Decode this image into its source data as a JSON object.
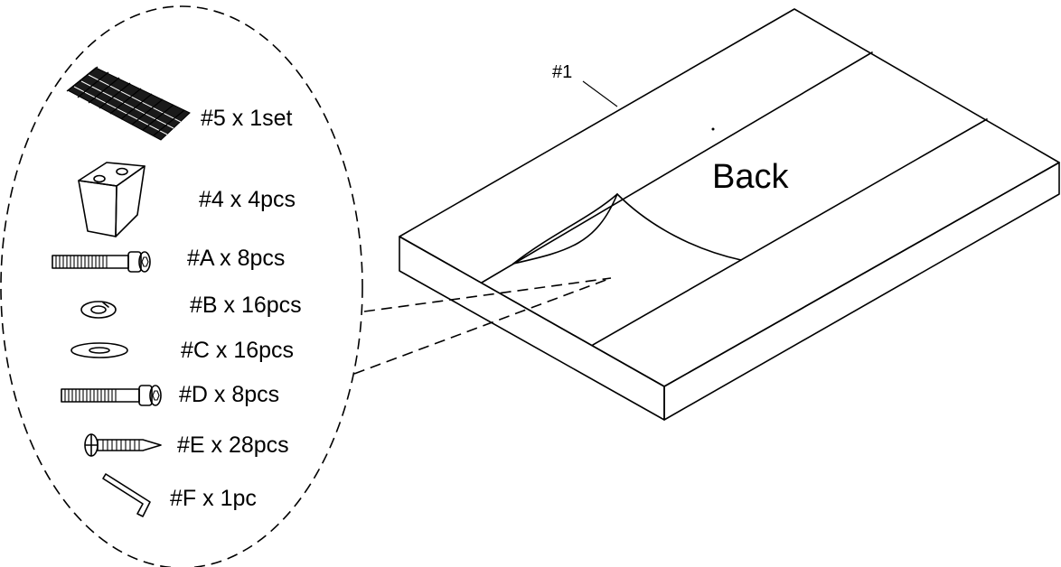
{
  "panel": {
    "callout": "#1",
    "face_label": "Back"
  },
  "parts": [
    {
      "id": "slats",
      "label": "#5 x 1set",
      "icon": "slat-roll-icon"
    },
    {
      "id": "legs",
      "label": "#4 x 4pcs",
      "icon": "wooden-leg-icon"
    },
    {
      "id": "bolt-a",
      "label": "#A x 8pcs",
      "icon": "hex-bolt-icon"
    },
    {
      "id": "washer-b",
      "label": "#B x 16pcs",
      "icon": "lock-washer-icon"
    },
    {
      "id": "washer-c",
      "label": "#C x 16pcs",
      "icon": "flat-washer-icon"
    },
    {
      "id": "bolt-d",
      "label": "#D x 8pcs",
      "icon": "hex-bolt-icon"
    },
    {
      "id": "screw-e",
      "label": "#E x 28pcs",
      "icon": "wood-screw-icon"
    },
    {
      "id": "key-f",
      "label": "#F x 1pc",
      "icon": "allen-key-icon"
    }
  ]
}
